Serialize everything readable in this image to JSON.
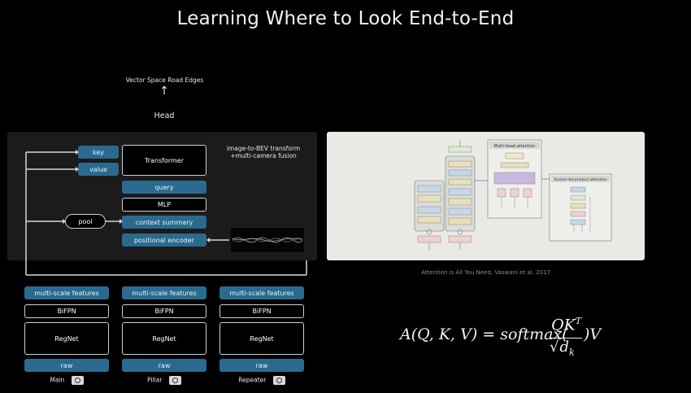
{
  "slide_title": "Learning Where to Look End-to-End",
  "output": {
    "label": "Vector Space Road Edges",
    "arrow": "↑",
    "head_label": "Head"
  },
  "fusion_panel": {
    "description_line1": "image-to-BEV transform",
    "description_line2": "+multi-camera fusion",
    "key": "key",
    "value": "value",
    "transformer": "Transformer",
    "query": "query",
    "mlp": "MLP",
    "pool": "pool",
    "context_summary": "context summary",
    "positional_encoder": "positional encoder"
  },
  "cameras": [
    {
      "features": "multi-scale features",
      "bifpn": "BiFPN",
      "regnet": "RegNet",
      "raw": "raw",
      "name": "Main"
    },
    {
      "features": "multi-scale features",
      "bifpn": "BiFPN",
      "regnet": "RegNet",
      "raw": "raw",
      "name": "Pillar"
    },
    {
      "features": "multi-scale features",
      "bifpn": "BiFPN",
      "regnet": "RegNet",
      "raw": "raw",
      "name": "Repeater"
    }
  ],
  "paper_figure": {
    "multihead_label": "Multi-head attention",
    "scaled_label": "Scaled dot-product attention",
    "caption": "Attention is All You Need, Vaswani et al. 2017"
  },
  "formula": {
    "lhs": "A(Q, K, V) = softmax(",
    "numerator": "QK",
    "superscript": "T",
    "denominator": "d",
    "subscript": "k",
    "rhs": ")V"
  },
  "colors": {
    "accent_blue": "#2b6a8f",
    "panel_bg": "#1b1b1b",
    "paper_bg": "#e9e9e6"
  }
}
